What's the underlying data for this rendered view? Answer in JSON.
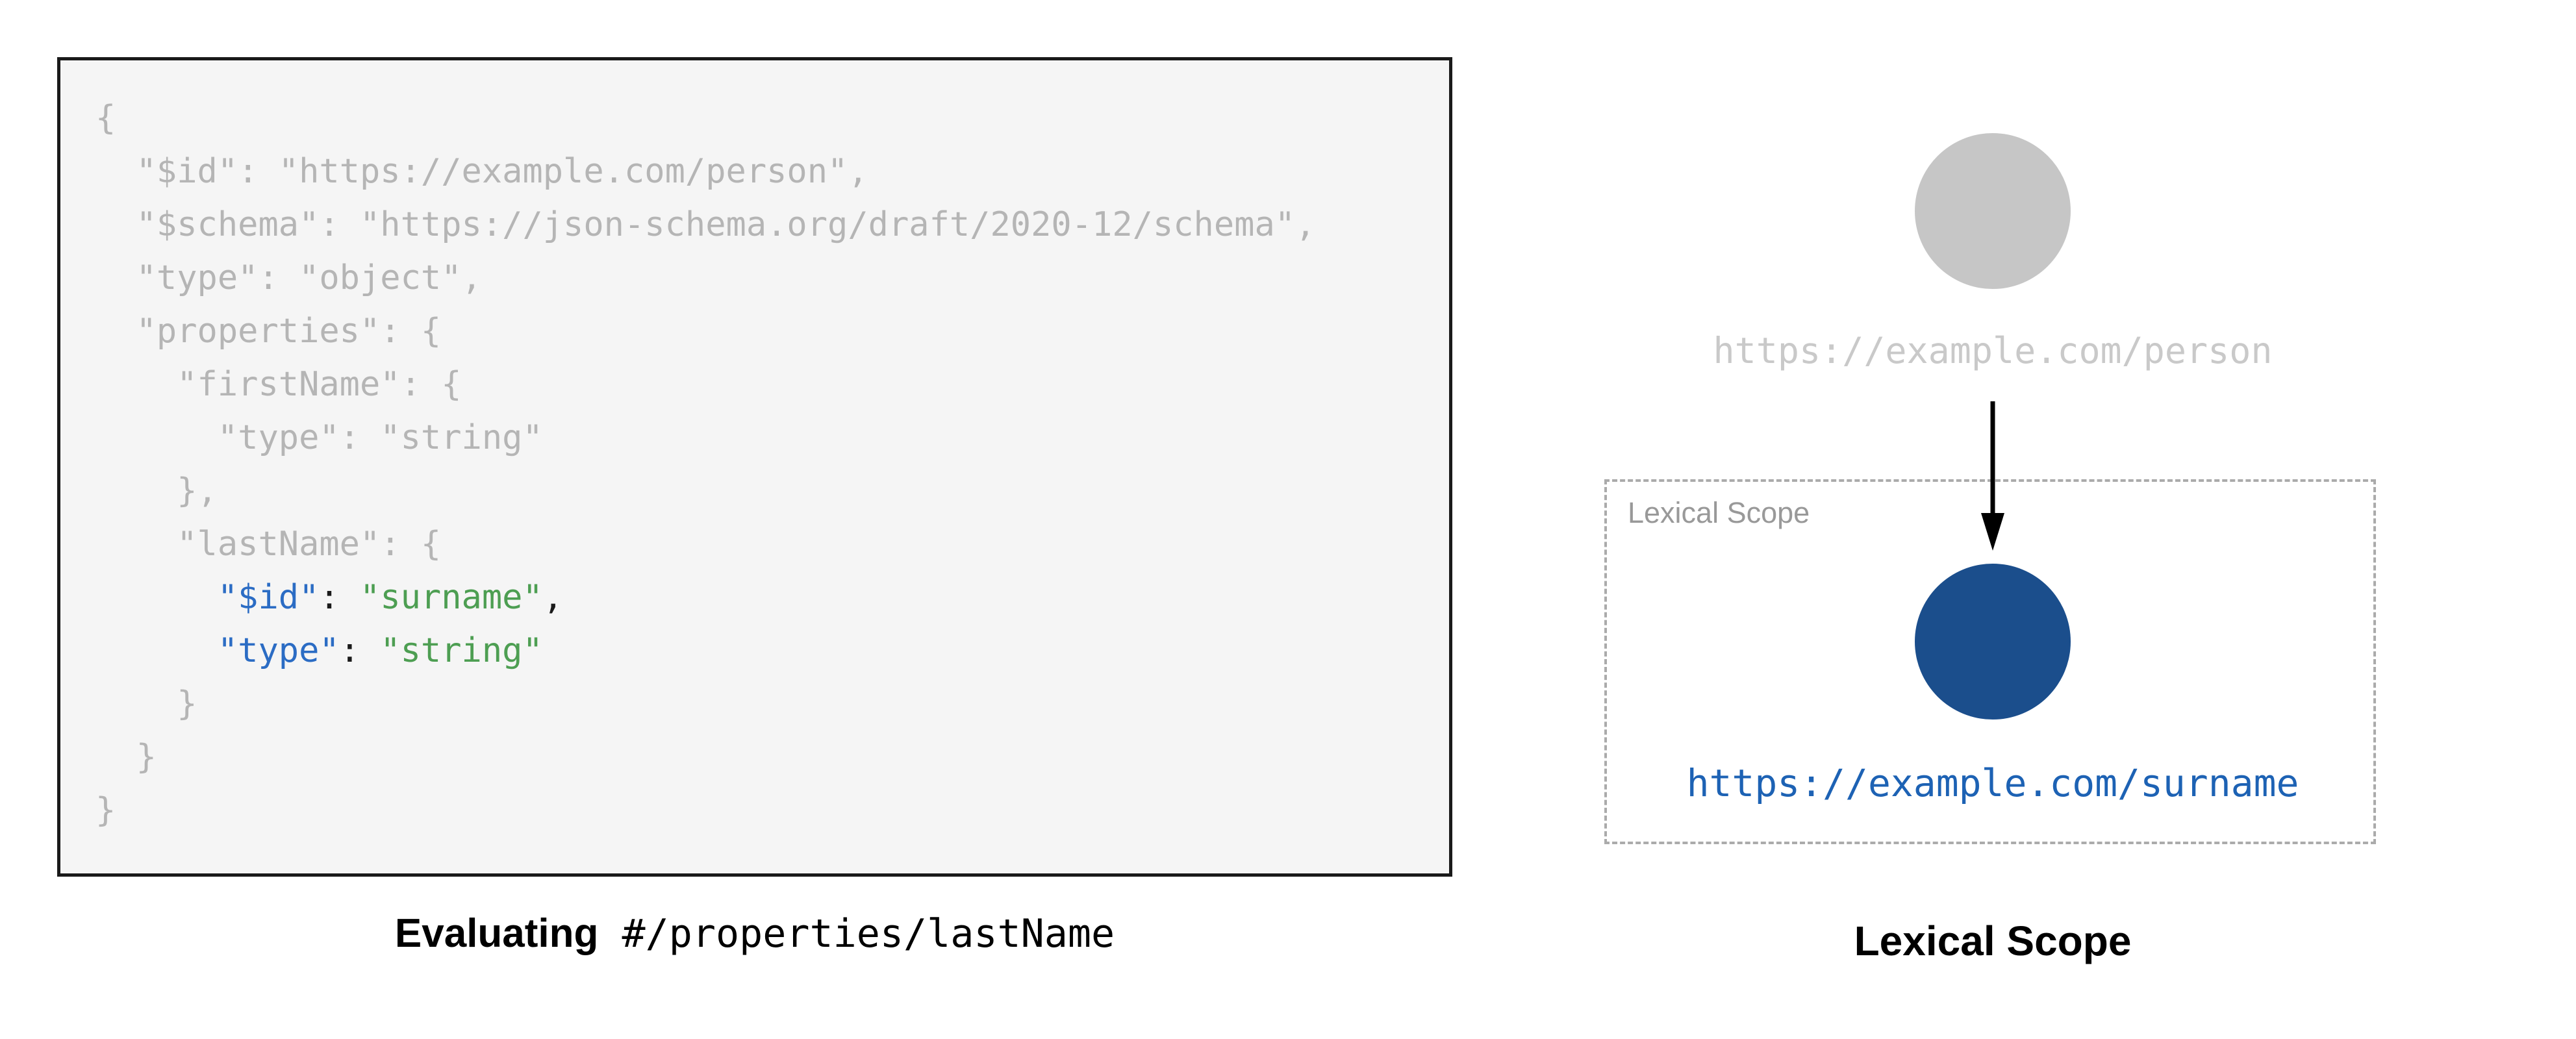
{
  "colors": {
    "dim_code": "#b5b5b5",
    "key_blue": "#2b6cc4",
    "string_green": "#4d9e52",
    "punctuation": "#1a1a1a",
    "code_box_bg": "#f5f5f5",
    "code_box_border": "#1a1a1a",
    "gray_node": "#c6c6c6",
    "gray_text": "#c9c9c9",
    "blue_node": "#1b4e8c",
    "blue_text": "#1d62b4",
    "dashed_border": "#ababab",
    "scope_label_gray": "#999999"
  },
  "left_panel": {
    "caption_bold": "Evaluating",
    "caption_code": " #/properties/lastName",
    "code": {
      "lines": [
        {
          "tokens": [
            {
              "t": "{",
              "c": "dim"
            }
          ]
        },
        {
          "tokens": [
            {
              "t": "  \"$id\": \"https://example.com/person\",",
              "c": "dim"
            }
          ]
        },
        {
          "tokens": [
            {
              "t": "  \"$schema\": \"https://json-schema.org/draft/2020-12/schema\",",
              "c": "dim"
            }
          ]
        },
        {
          "tokens": [
            {
              "t": "  \"type\": \"object\",",
              "c": "dim"
            }
          ]
        },
        {
          "tokens": [
            {
              "t": "  \"properties\": {",
              "c": "dim"
            }
          ]
        },
        {
          "tokens": [
            {
              "t": "    \"firstName\": {",
              "c": "dim"
            }
          ]
        },
        {
          "tokens": [
            {
              "t": "      \"type\": \"string\"",
              "c": "dim"
            }
          ]
        },
        {
          "tokens": [
            {
              "t": "    },",
              "c": "dim"
            }
          ]
        },
        {
          "tokens": [
            {
              "t": "    \"lastName\": {",
              "c": "dim"
            }
          ]
        },
        {
          "tokens": [
            {
              "t": "      ",
              "c": "dim"
            },
            {
              "t": "\"$id\"",
              "c": "key"
            },
            {
              "t": ": ",
              "c": "punct"
            },
            {
              "t": "\"surname\"",
              "c": "str"
            },
            {
              "t": ",",
              "c": "punct"
            }
          ]
        },
        {
          "tokens": [
            {
              "t": "      ",
              "c": "dim"
            },
            {
              "t": "\"type\"",
              "c": "key"
            },
            {
              "t": ": ",
              "c": "punct"
            },
            {
              "t": "\"string\"",
              "c": "str"
            }
          ]
        },
        {
          "tokens": [
            {
              "t": "    }",
              "c": "dim"
            }
          ]
        },
        {
          "tokens": [
            {
              "t": "  }",
              "c": "dim"
            }
          ]
        },
        {
          "tokens": [
            {
              "t": "}",
              "c": "dim"
            }
          ]
        }
      ]
    }
  },
  "right_panel": {
    "parent_url": "https://example.com/person",
    "scope_label": "Lexical Scope",
    "child_url": "https://example.com/surname",
    "caption": "Lexical Scope"
  }
}
